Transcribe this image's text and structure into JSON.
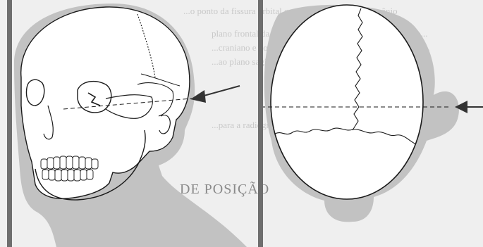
{
  "figure": {
    "background_text": [
      "...o ponto da fissura orbital que mede a distância do crânio",
      "plano frontal da cabeça passa pelo canal auditivo externo...",
      "...craniano e do meato acústico para o exame radiográfico...",
      "...ao plano sagital mediano da face...",
      "...para a radiografia lateral do crânio..."
    ],
    "partial_label": "DE POSIÇÃO",
    "colors": {
      "bar": "#6e6e6e",
      "skull_fill": "#ffffff",
      "shadow": "#c2c2c2",
      "line": "#1a1a1a",
      "arrow": "#333333"
    },
    "icons": [
      "skull-lateral-icon",
      "skull-top-icon",
      "arrow-left-icon"
    ]
  }
}
